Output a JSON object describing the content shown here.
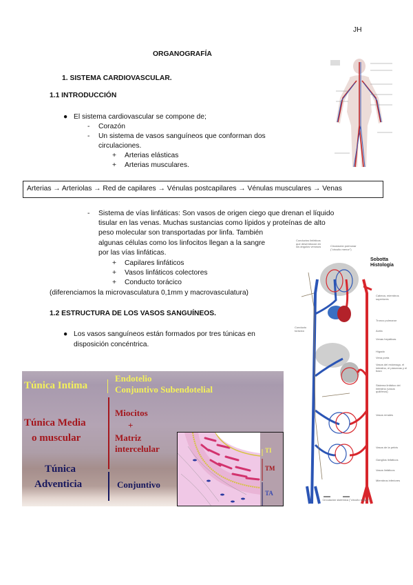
{
  "header": {
    "initials": "JH"
  },
  "title": "ORGANOGRAFÍA",
  "section1": {
    "heading": "1.   SISTEMA CARDIOVASCULAR."
  },
  "section1_1": {
    "heading": "1.1 INTRODUCCIÓN",
    "bullet": "El sistema cardiovascular se compone de;",
    "items": [
      "Corazón",
      "Un sistema de vasos sanguíneos que conforman dos",
      "circulaciones."
    ],
    "subitems": [
      "Arterias elásticas",
      "Arterias musculares."
    ],
    "flow_box": "Arterias → Arteriolas → Red de capilares → Vénulas postcapilares → Vénulas musculares → Venas",
    "lymph_lines": [
      "Sistema de vías linfáticas: Son vasos de origen ciego que drenan el líquido",
      "tisular en las venas. Muchas sustancias como lípidos  y proteínas de alto",
      "peso molecular son transportadas por linfa. También",
      "algunas células como  los linfocitos llegan a la sangre",
      "por las vías linfáticas."
    ],
    "lymph_subitems": [
      "Capilares linfáticos",
      "Vasos linfáticos colectores",
      "Conducto torácico"
    ],
    "note": "(diferenciamos la microvasculatura 0,1mm  y macrovasculatura)"
  },
  "section1_2": {
    "heading": "1.2 ESTRUCTURA DE LOS VASOS SANGUÍNEOS.",
    "bullet_lines": [
      "Los vasos sanguíneos están formados por tres túnicas en",
      "disposición concéntrica."
    ]
  },
  "histology_figure": {
    "intima": "Túnica Intima",
    "intima_desc": [
      "Endotelio",
      "Conjuntivo Subendotelial"
    ],
    "media": [
      "Túnica Media",
      "o muscular"
    ],
    "media_desc": [
      "Miocitos",
      "+",
      "Matriz",
      "intercelular"
    ],
    "adventicia": [
      "Túnica",
      "Adventicia"
    ],
    "adventicia_desc": "Conjuntivo",
    "inset_labels": [
      "TI",
      "TM",
      "TA"
    ],
    "colors": {
      "intima": "#f4f15a",
      "media": "#a4161c",
      "adventicia": "#17185e"
    }
  },
  "lymph_figure": {
    "brand": [
      "Sobotta",
      "Histología"
    ],
    "labels": [
      "Conductos linfáticos que desembocan en los ángulos venosos",
      "Circulación pulmonar (\"circuito menor\")",
      "Cabeza, miembros superiores",
      "Conducto torácico",
      "Tronco pulmonar",
      "Aorta",
      "Venas hepáticas",
      "Hígado",
      "Vena porta",
      "Vasos del estómago, el intestino, el páncreas y el bazo",
      "Sistema linfático del intestino (vasos quilíferos)",
      "Vasos renales",
      "Vasos de la pelvis",
      "Ganglios linfáticos",
      "Vasos linfáticos",
      "Miembros inferiores",
      "Circulación sistémica (\"circuito mayor\")"
    ],
    "colors": {
      "artery": "#d8262c",
      "vein": "#2b55b5"
    }
  }
}
